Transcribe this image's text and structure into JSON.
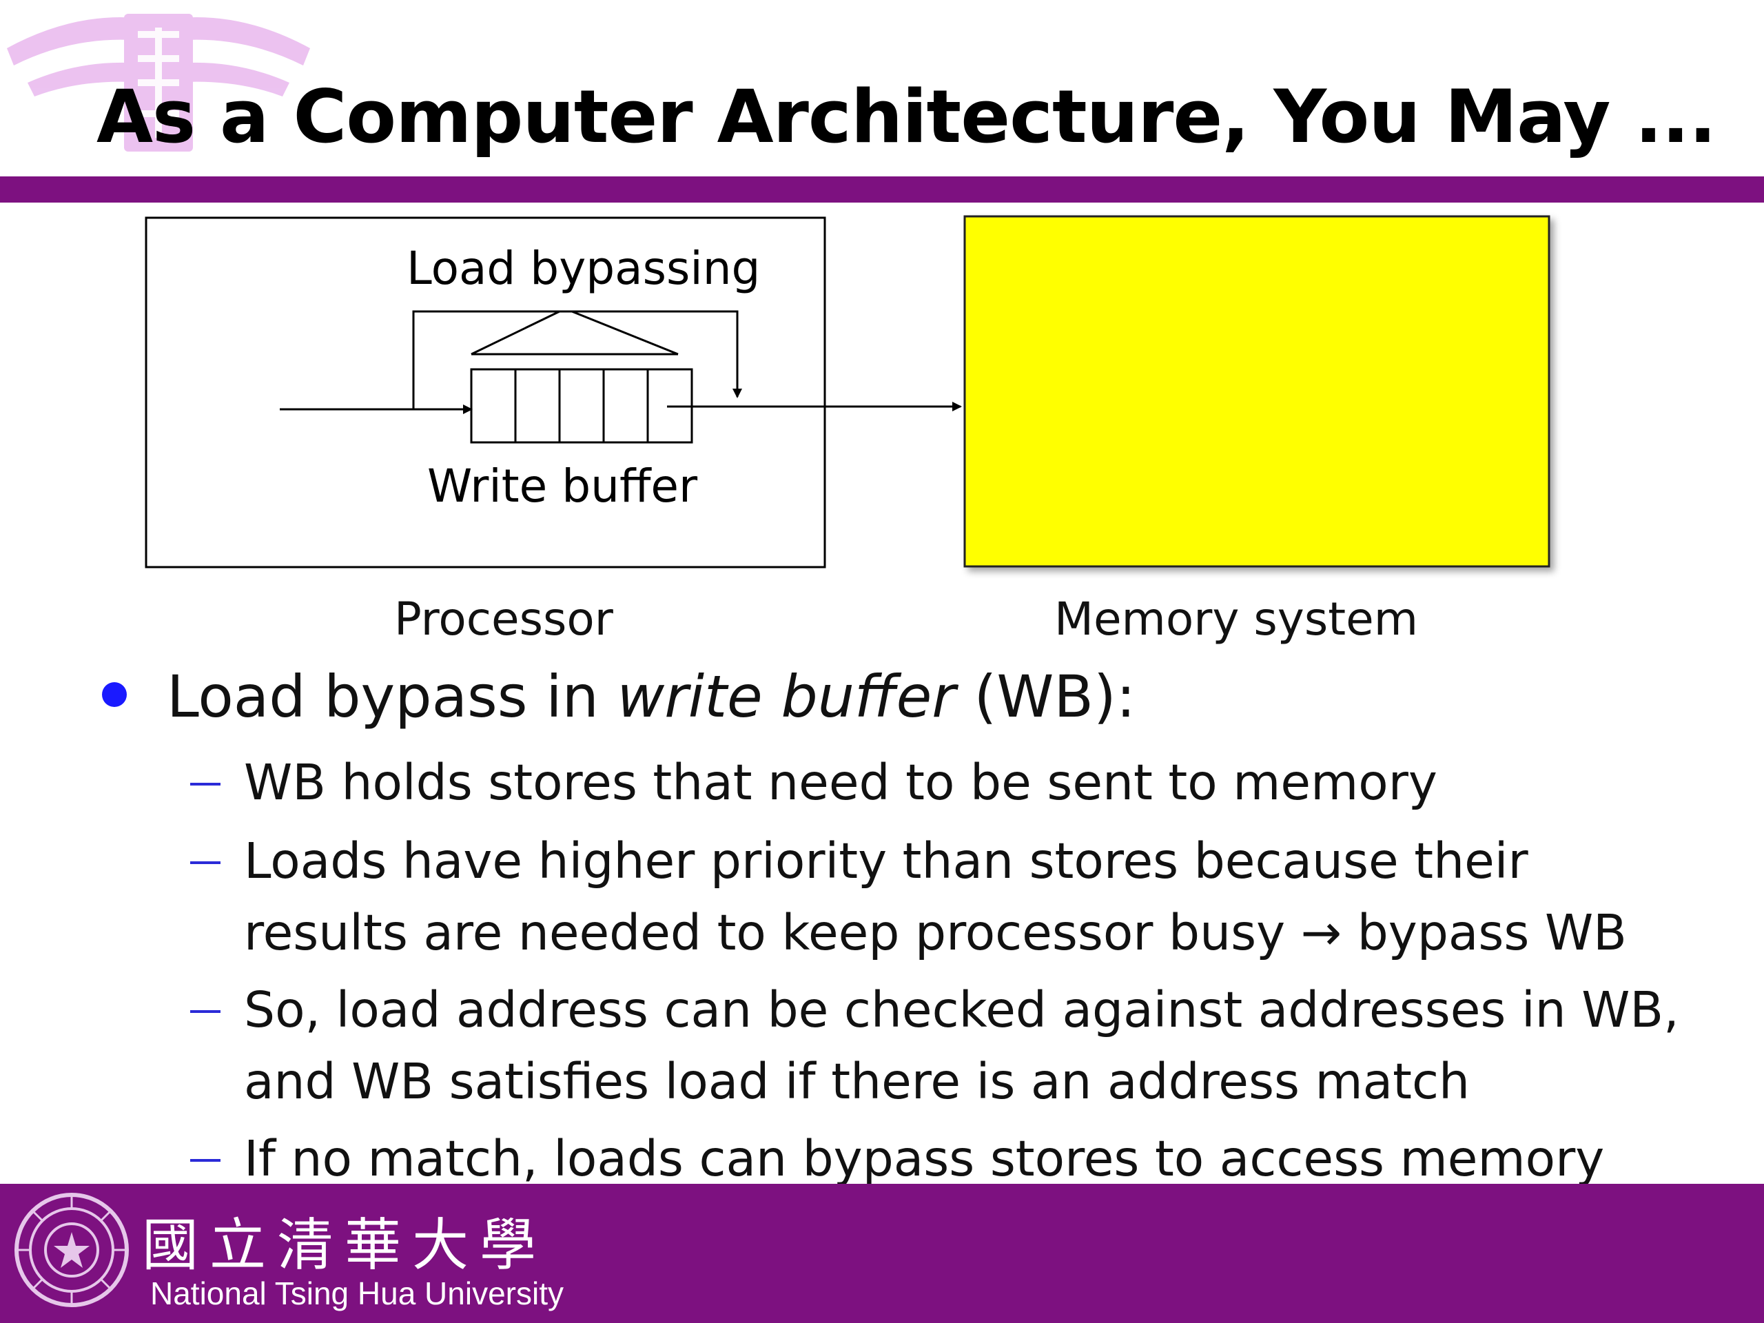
{
  "slide": {
    "title": "As a Computer Architecture, You May ...",
    "accent_color": "#7d1180",
    "bullet_color": "#1a1aff"
  },
  "diagram": {
    "processor_inner_label_top": "Load bypassing",
    "processor_inner_label_bottom": "Write buffer",
    "processor_caption": "Processor",
    "memory_caption": "Memory system",
    "memory_fill": "#ffff00"
  },
  "bullets": {
    "main_prefix": "Load bypass in ",
    "main_italic": "write buffer",
    "main_suffix": " (WB):",
    "sub": [
      {
        "lines": [
          "WB holds stores that need to be sent to memory"
        ]
      },
      {
        "lines": [
          "Loads have higher priority than stores because their",
          "results are needed to keep processor busy → bypass WB"
        ]
      },
      {
        "lines": [
          "So, load address can be checked against addresses in WB,",
          "and WB satisfies load if there is an address match"
        ]
      },
      {
        "lines": [
          "If no match, loads can bypass stores to access memory"
        ]
      }
    ]
  },
  "footer": {
    "university_cn": "國立清華大學",
    "university_en": "National Tsing Hua University",
    "seal_icon": "university-seal-icon"
  }
}
